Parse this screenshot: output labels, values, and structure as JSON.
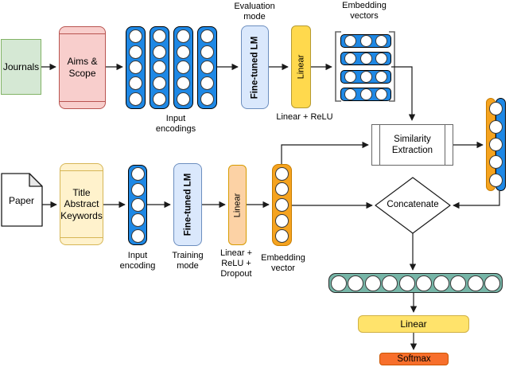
{
  "diagram": {
    "journal_branch": {
      "journals": "Journals",
      "aims_scope": "Aims &\nScope",
      "input_encodings_label": "Input\nencodings",
      "evaluation_mode_label": "Evaluation\nmode",
      "fine_tuned_lm": "Fine-tuned LM",
      "linear": "Linear",
      "linear_relu_label": "Linear + ReLU",
      "embedding_vectors_label": "Embedding\nvectors"
    },
    "paper_branch": {
      "paper": "Paper",
      "title_abstract_keywords": "Title\nAbstract\nKeywords",
      "input_encoding_label": "Input\nencoding",
      "fine_tuned_lm": "Fine-tuned LM",
      "training_mode_label": "Training\nmode",
      "linear": "Linear",
      "linear_relu_dropout_label": "Linear +\nReLU +\nDropout",
      "embedding_vector_label": "Embedding\nvector"
    },
    "merge": {
      "similarity_extraction": "Similarity\nExtraction",
      "concatenate": "Concatenate",
      "linear": "Linear",
      "softmax": "Softmax"
    }
  },
  "vectors": {
    "input_encoding_columns": 4,
    "input_encoding_rows": 5,
    "embedding_matrix_rows": 4,
    "embedding_matrix_cols": 3,
    "paper_input_encoding_rows": 5,
    "paper_embedding_rows": 5,
    "similarity_vector_rows": 5,
    "concatenated_vector_cols": 10
  },
  "colors": {
    "encoding_blue": "#1e88e5",
    "embedding_orange": "#f5a31f",
    "concat_teal": "#76b5a7",
    "lm_lightblue": "#dae8fc",
    "lm_border": "#6c8ebf",
    "journals_green": "#d5e8d4",
    "journals_border": "#82b366",
    "aims_pink": "#f8cecc",
    "aims_border": "#b85450",
    "title_yellow": "#fff2cc",
    "title_border": "#d6b656",
    "linear_yellow": "#ffd94d",
    "linear_peach": "#fcd2a5",
    "output_linear_yellow": "#ffe36b",
    "softmax_orange": "#f76f2c"
  }
}
